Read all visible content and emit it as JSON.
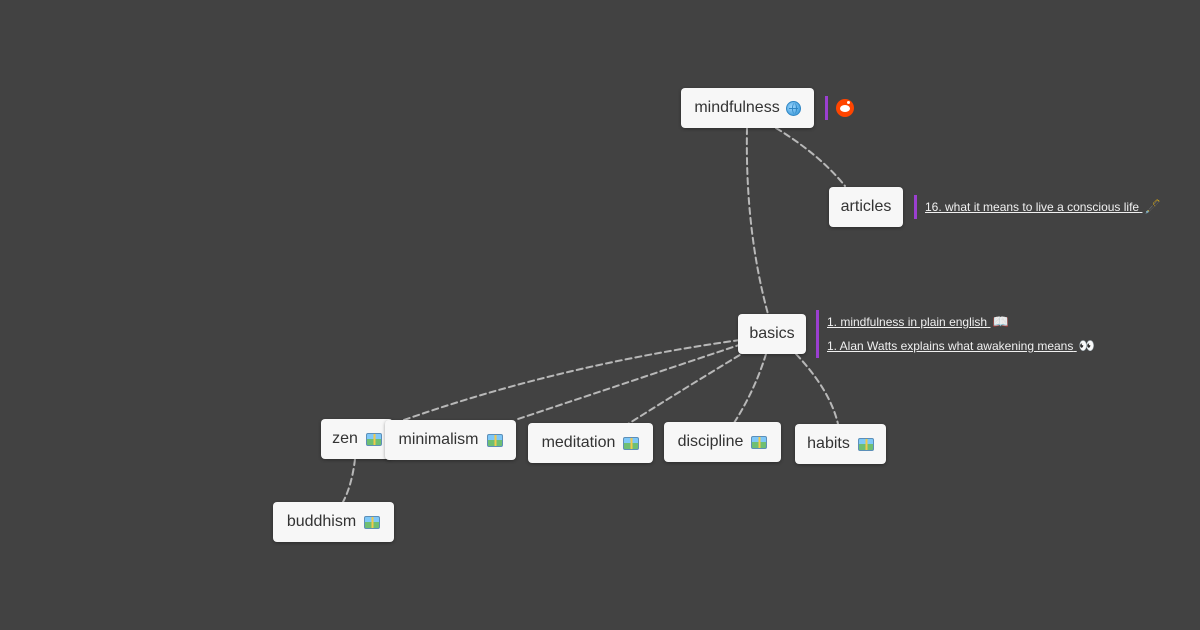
{
  "colors": {
    "background": "#424242",
    "node_fill": "#f7f7f7",
    "node_text": "#333333",
    "edge": "#b8b8b8",
    "note_bar": "#9b3fd1",
    "link_text": "#f0f0f0",
    "reddit": "#ff4500"
  },
  "nodes": {
    "mindfulness": {
      "label": "mindfulness",
      "icon": "globe-icon"
    },
    "articles": {
      "label": "articles"
    },
    "basics": {
      "label": "basics"
    },
    "zen": {
      "label": "zen",
      "icon": "map-icon"
    },
    "minimalism": {
      "label": "minimalism",
      "icon": "map-icon"
    },
    "meditation": {
      "label": "meditation",
      "icon": "map-icon"
    },
    "discipline": {
      "label": "discipline",
      "icon": "map-icon"
    },
    "habits": {
      "label": "habits",
      "icon": "map-icon"
    },
    "buddhism": {
      "label": "buddhism",
      "icon": "map-icon"
    }
  },
  "notes": {
    "mindfulness": {
      "icon": "reddit-icon"
    },
    "articles": {
      "links": [
        {
          "text": "16. what it means to live a conscious life",
          "emoji": "🖋️"
        }
      ]
    },
    "basics": {
      "links": [
        {
          "text": "1. mindfulness in plain english",
          "emoji": "📖"
        },
        {
          "text": "1. Alan Watts explains what awakening means",
          "emoji": "👀"
        }
      ]
    }
  }
}
